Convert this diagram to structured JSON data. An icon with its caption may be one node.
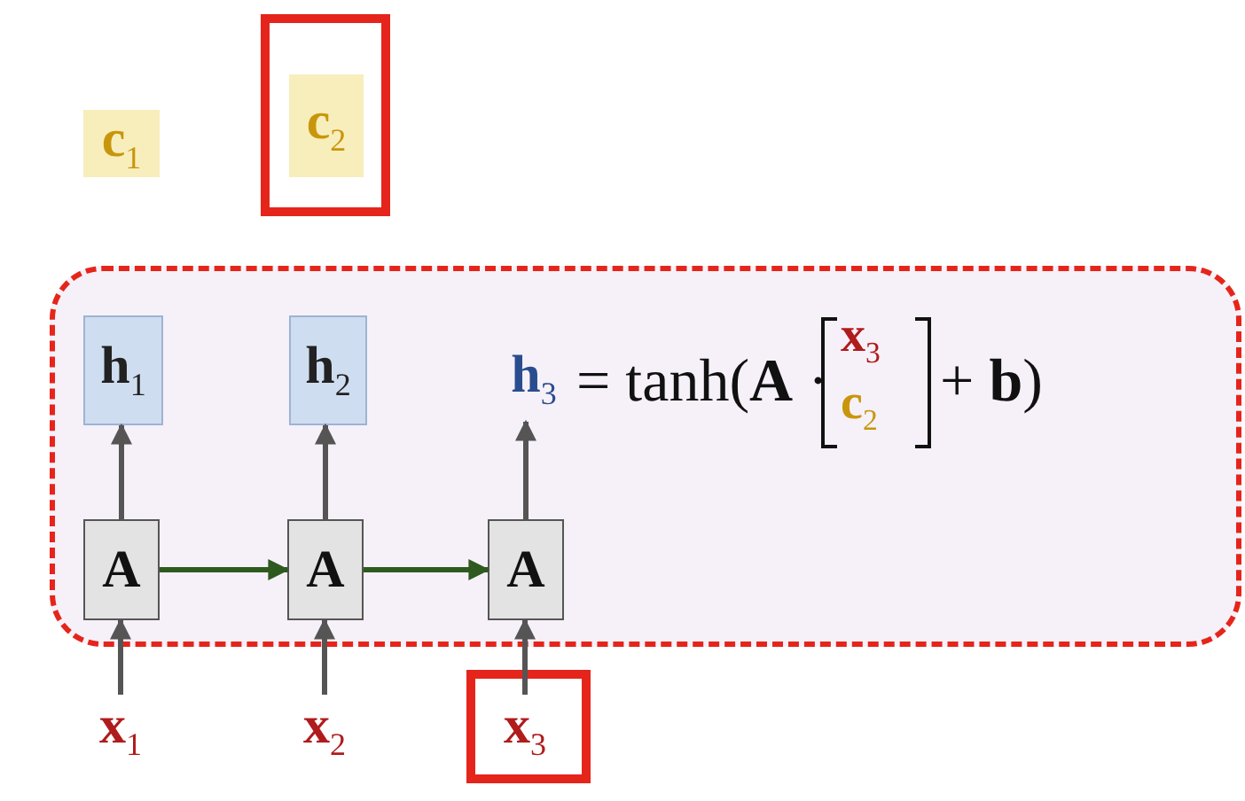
{
  "diagram": {
    "nodes": [
      {
        "text": [
          "**c**$_{1}$"
        ]
      },
      {
        "text": [],
        "shape": "box"
      },
      {
        "text": [
          "**c**$_{2}$"
        ],
        "in": 1
      },
      {
        "text": [],
        "shape": "box"
      },
      {
        "text": [
          "**h**$_{1}$"
        ],
        "in": 3
      },
      {
        "text": [
          "**h**$_{2}$"
        ],
        "in": 3
      },
      {
        "text": [
          "**h**$_{3}$"
        ],
        "in": 3
      },
      {
        "text": [
          "**A**"
        ],
        "in": 3
      },
      {
        "text": [
          "**A**"
        ],
        "in": 3
      },
      {
        "text": [
          "**A**"
        ],
        "in": 3
      },
      {
        "text": [
          "**x**$_{1}$"
        ]
      },
      {
        "text": [
          "**x**$_{2}$"
        ]
      },
      {
        "text": [],
        "shape": "box"
      },
      {
        "text": [
          "**x**$_{3}$"
        ],
        "in": 12
      }
    ],
    "edges": [
      {
        "from": 10,
        "to": 7,
        "arrow": "to"
      },
      {
        "from": 7,
        "to": 4,
        "arrow": "to"
      },
      {
        "from": 11,
        "to": 8,
        "arrow": "to"
      },
      {
        "from": 8,
        "to": 5,
        "arrow": "to"
      },
      {
        "from": 13,
        "to": 9,
        "arrow": "to"
      },
      {
        "from": 9,
        "to": 6,
        "arrow": "to"
      },
      {
        "from": 7,
        "to": 8,
        "arrow": "to",
        "color": "#2f5a1f"
      },
      {
        "from": 8,
        "to": 9,
        "arrow": "to",
        "color": "#2f5a1f"
      }
    ],
    "labels": [
      "= tanh(**A** ·",
      "**x**$_{3}$",
      "**c**$_{2}$",
      "+ **b**)"
    ]
  }
}
